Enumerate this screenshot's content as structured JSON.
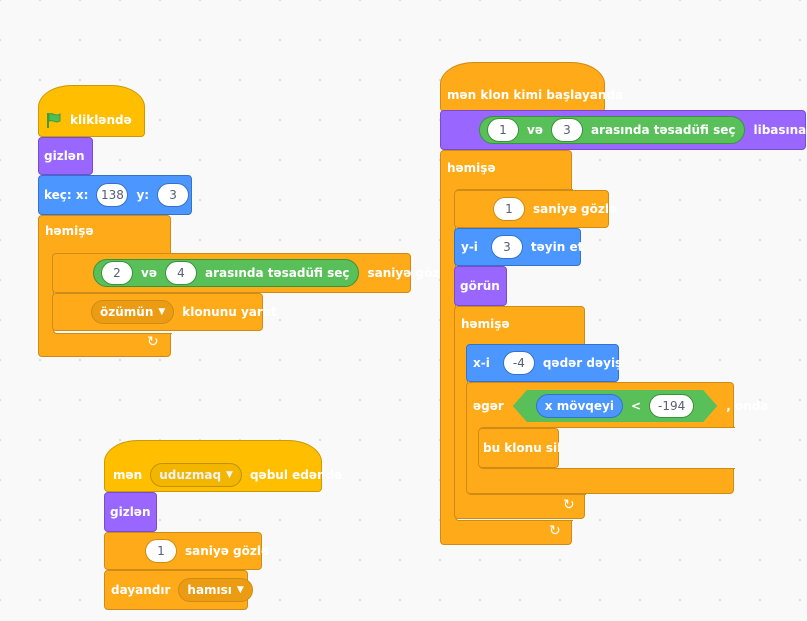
{
  "script1": {
    "hat_label": "klikləndə",
    "hide_label": "gizlən",
    "goto_label": "keç: x:",
    "goto_x": "138",
    "goto_y_label": "y:",
    "goto_y": "3",
    "forever_label": "həmişə",
    "random_a": "2",
    "random_and": "və",
    "random_b": "4",
    "random_label": "arasında təsadüfi seç",
    "wait_label": "saniyə gözlə",
    "clone_target": "özümün",
    "clone_label": "klonunu yarat"
  },
  "script2": {
    "hat_prefix": "mən",
    "message": "uduzmaq",
    "hat_suffix": "qəbul edəndə",
    "hide_label": "gizlən",
    "wait_value": "1",
    "wait_label": "saniyə gözlə",
    "stop_label": "dayandır",
    "stop_option": "hamısı"
  },
  "script3": {
    "hat_label": "mən klon kimi başlayanda",
    "random_a": "1",
    "random_and": "və",
    "random_b": "3",
    "random_label": "arasında təsadüfi seç",
    "costume_label": "libasına dəyiş",
    "forever1_label": "həmişə",
    "wait_value": "1",
    "wait_label": "saniyə gözlə",
    "sety_label": "y-i",
    "sety_value": "3",
    "sety_suffix": "təyin et",
    "show_label": "görün",
    "forever2_label": "həmişə",
    "changex_label": "x-i",
    "changex_value": "-4",
    "changex_suffix": "qədər dəyiş",
    "if_label": "əgər",
    "xpos_label": "x mövqeyi",
    "lt_symbol": "<",
    "compare_value": "-194",
    "then_label": ", onda",
    "delete_label": "bu klonu sil"
  },
  "icons": {
    "loop_arrow": "↻"
  },
  "colors": {
    "events": "#ffbf00",
    "control": "#ffab19",
    "looks": "#9966ff",
    "motion": "#4c97ff",
    "operators": "#59c059",
    "flag": "#4cbf56"
  }
}
